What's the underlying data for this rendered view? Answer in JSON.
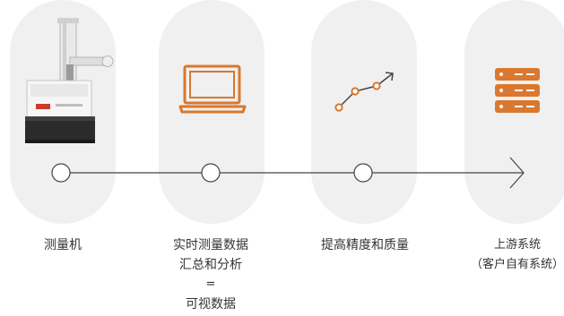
{
  "stages": [
    {
      "caption_lines": [
        "测量机"
      ]
    },
    {
      "caption_lines": [
        "实时测量数据",
        "汇总和分析",
        "=",
        "可视数据"
      ]
    },
    {
      "caption_lines": [
        "提高精度和质量"
      ]
    },
    {
      "caption_lines": [
        "上游系统",
        "（客户自有系统）"
      ]
    }
  ],
  "colors": {
    "accent": "#d9782e",
    "pill": "#f0f0f0",
    "line": "#444444",
    "text": "#333333"
  },
  "icons": [
    "measuring-machine-photo",
    "laptop-icon",
    "trend-up-icon",
    "server-icon"
  ]
}
